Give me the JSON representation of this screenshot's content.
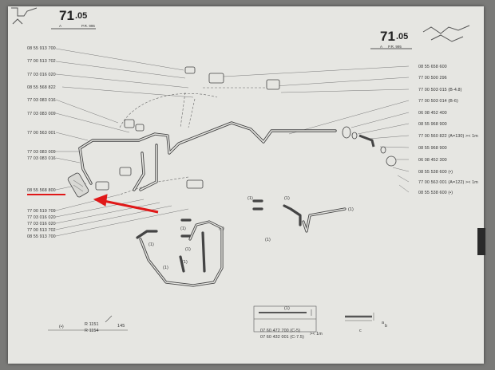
{
  "header_left": {
    "number": "71",
    "sub": ".05",
    "code_a": "A",
    "code_pr": "P.R. 995"
  },
  "header_right": {
    "number": "71",
    "sub": ".05",
    "code_a": "A",
    "code_pr": "P.R. 995"
  },
  "left_labels": [
    "08 55 913 700",
    "77 00 513 702",
    "77 03 016 020",
    "08 55 568 822",
    "77 03 083 016",
    "77 03 083 009",
    "77 00 563 001",
    "77 03 083 009",
    "77 03 083 016",
    "08 55 568 800",
    "77 00 519 709",
    "77 03 016 020",
    "77 03 016 020",
    "77 00 513 702",
    "08 55 913 700"
  ],
  "right_labels": [
    "08 55 658 600",
    "77 00 500 296",
    "77 00 503 015  (B-4.8)",
    "77 00 503 014  (B-6)",
    "06 08 452 400",
    "08 55 968 900",
    "77 00 560 822 (A=130) >< 1m",
    "08 55 968 900",
    "06 08 452 300",
    "08 55 538 600 (•)",
    "77 00 563 001 (A=122) >< 1m",
    "08 55 538 600 (•)"
  ],
  "qty_labels": [
    "(1)",
    "(1)",
    "(1)",
    "(1)",
    "(1)",
    "(1)",
    "(1)",
    "(1)",
    "(1)",
    "(1)"
  ],
  "bottom_left": {
    "bullet": "(•)",
    "line1": "R 1151",
    "line2": "R 1154",
    "page": "145"
  },
  "bottom_center": {
    "qty": "(1)",
    "dim": "1 (1)",
    "row1": "07 60 472 700 (C-5)",
    "row2": "07 60 432 001 (C-7.5)",
    "cut": ">< 1m"
  },
  "bottom_right": {
    "a": "a",
    "b": "b",
    "c": "c"
  },
  "highlighted_part": "08 55 568 800",
  "colors": {
    "paper": "#e6e6e2",
    "ink": "#444444",
    "highlight": "#e01818",
    "tab": "#2a2a2a"
  }
}
